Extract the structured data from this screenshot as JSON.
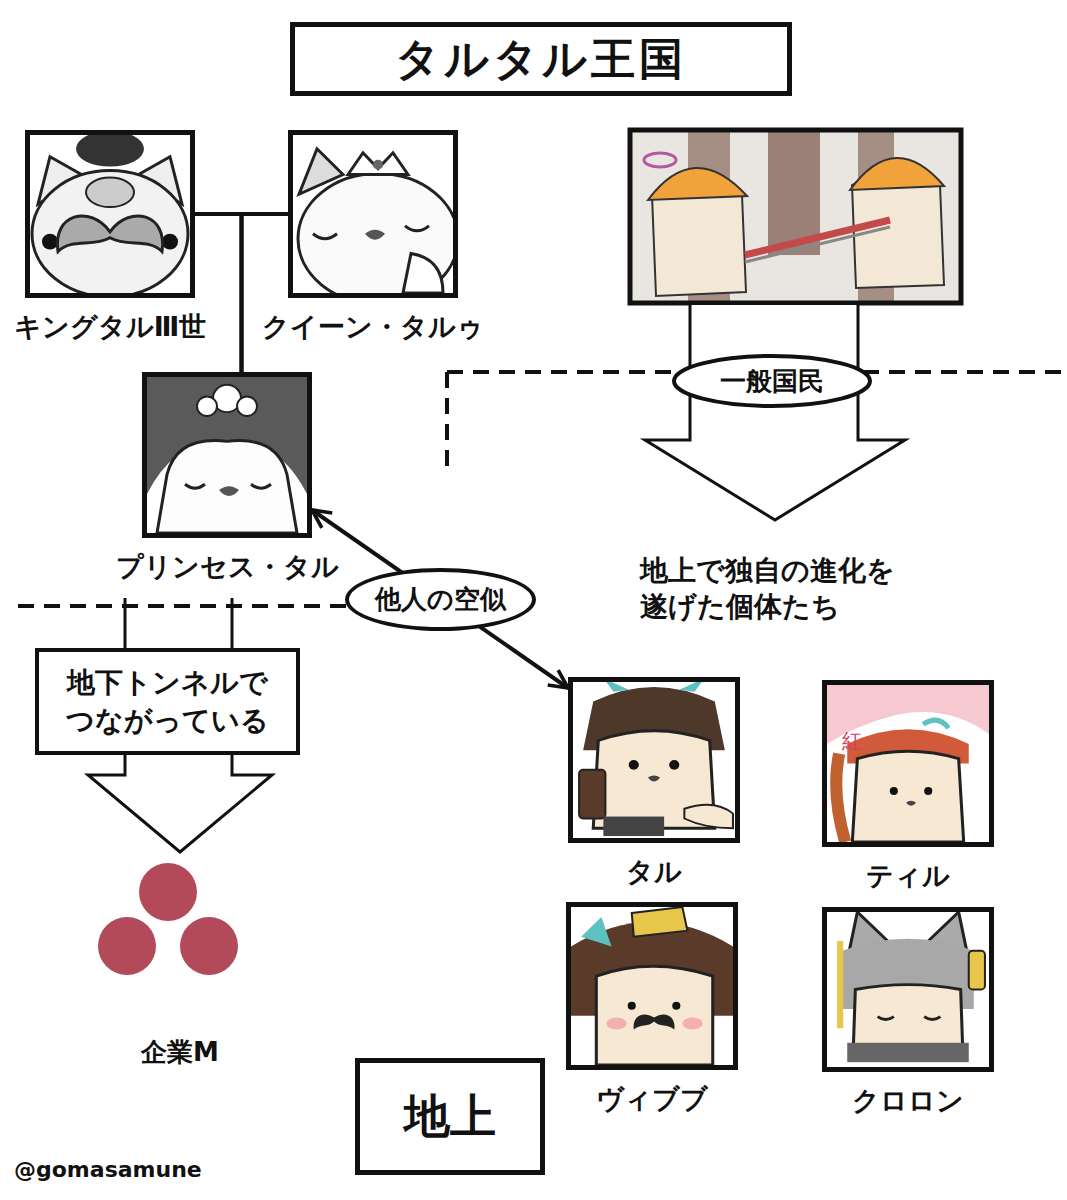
{
  "diagram": {
    "title": "タルタル王国",
    "nodes": [
      {
        "text": [
          "キングタルⅢ世"
        ]
      },
      {
        "text": [
          "クイーン・タルゥ"
        ]
      },
      {
        "text": [
          "一般国民"
        ]
      },
      {
        "text": [
          "プリンセス・タル"
        ]
      },
      {
        "text": [
          "地下トンネルで つながっている"
        ]
      },
      {
        "text": [
          "タル"
        ]
      },
      {
        "text": [
          "ティル"
        ]
      },
      {
        "text": [
          "ヴィブブ"
        ]
      },
      {
        "text": [
          "クロロン"
        ]
      },
      {
        "text": [
          "地上"
        ]
      }
    ],
    "edges": [
      {
        "from": 0,
        "to": 3,
        "arrow": "none"
      },
      {
        "from": 1,
        "to": 3,
        "arrow": "none"
      },
      {
        "from": 3,
        "to": 5,
        "label": "他人の空似",
        "arrow": "both"
      }
    ],
    "labels": [
      "紅",
      "地上で独自の進化を遂げた個体たち",
      "企業M",
      "@gomasamune"
    ]
  }
}
